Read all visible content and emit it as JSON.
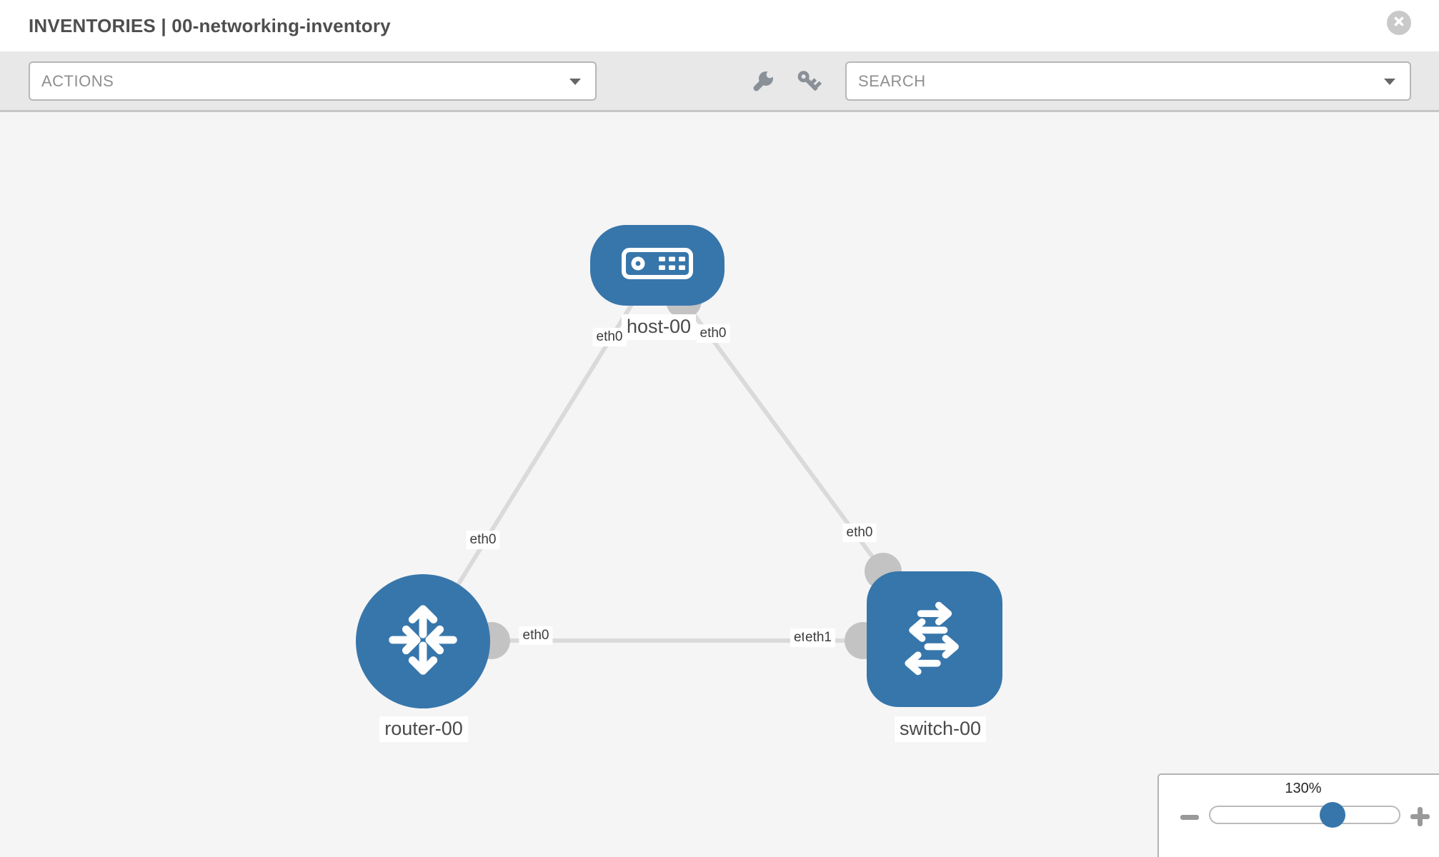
{
  "window": {
    "title": "INVENTORIES | 00-networking-inventory"
  },
  "toolbar": {
    "actions_label": "ACTIONS",
    "search_label": "SEARCH",
    "tools": [
      {
        "icon": "wrench-icon"
      },
      {
        "icon": "key-icon"
      }
    ]
  },
  "topology": {
    "nodes": {
      "host": {
        "label": "host-00",
        "type": "host"
      },
      "router": {
        "label": "router-00",
        "type": "router"
      },
      "switch": {
        "label": "switch-00",
        "type": "switch"
      }
    },
    "links": [
      {
        "from": "router-00",
        "to": "host-00"
      },
      {
        "from": "host-00",
        "to": "switch-00"
      },
      {
        "from": "router-00",
        "to": "switch-00"
      }
    ],
    "interfaces": {
      "host_to_router": "eth0",
      "host_to_switch": "eth0",
      "router_to_host": "eth0",
      "switch_to_host": "eth0",
      "router_to_switch": "eth0",
      "switch_to_router_under": "eth0",
      "switch_to_router_over": "eth1"
    }
  },
  "zoom_control": {
    "value": "130%"
  },
  "colors": {
    "node_blue": "#3776ab",
    "connector_gray": "#c3c3c3",
    "link_gray": "#dadada"
  }
}
